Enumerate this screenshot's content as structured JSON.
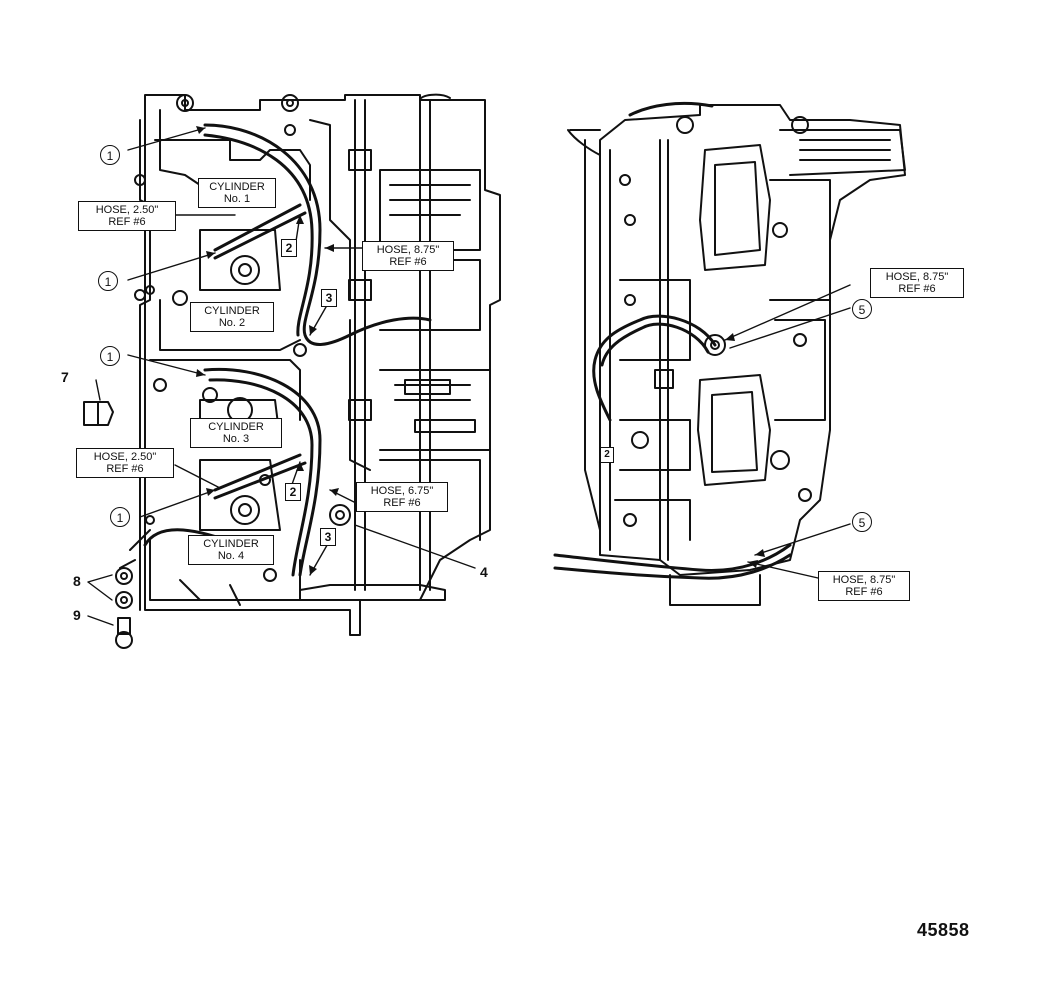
{
  "figure_number": "45858",
  "left_view": {
    "cylinder_labels": [
      {
        "line1": "CYLINDER",
        "line2": "No. 1"
      },
      {
        "line1": "CYLINDER",
        "line2": "No. 2"
      },
      {
        "line1": "CYLINDER",
        "line2": "No. 3"
      },
      {
        "line1": "CYLINDER",
        "line2": "No. 4"
      }
    ],
    "hose_labels": [
      {
        "line1": "HOSE,   2.50\"",
        "line2": "REF #6"
      },
      {
        "line1": "HOSE,   8.75\"",
        "line2": "REF #6"
      },
      {
        "line1": "HOSE,   2.50\"",
        "line2": "REF #6"
      },
      {
        "line1": "HOSE,   6.75\"",
        "line2": "REF #6"
      }
    ],
    "circled_callouts": [
      "1",
      "1",
      "1",
      "1"
    ],
    "boxed_callouts": [
      "2",
      "3",
      "2",
      "3"
    ],
    "plain_callouts": [
      "7",
      "8",
      "9",
      "4"
    ]
  },
  "right_view": {
    "hose_labels": [
      {
        "line1": "HOSE,   8.75\"",
        "line2": "REF #6"
      },
      {
        "line1": "HOSE,   8.75\"",
        "line2": "REF #6"
      }
    ],
    "circled_callouts": [
      "5",
      "5"
    ],
    "boxed_callouts": [
      "2"
    ]
  }
}
